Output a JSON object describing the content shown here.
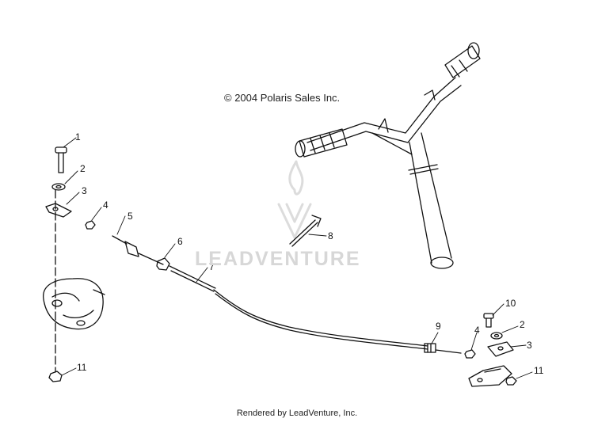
{
  "copyright": "© 2004 Polaris Sales Inc.",
  "footer": "Rendered by LeadVenture, Inc.",
  "watermark": "LEADVENTURE",
  "callouts": {
    "c1": "1",
    "c2a": "2",
    "c3a": "3",
    "c4a": "4",
    "c5": "5",
    "c6": "6",
    "c7": "7",
    "c8": "8",
    "c9": "9",
    "c4b": "4",
    "c10": "10",
    "c2b": "2",
    "c3b": "3",
    "c11a": "11",
    "c11b": "11"
  }
}
